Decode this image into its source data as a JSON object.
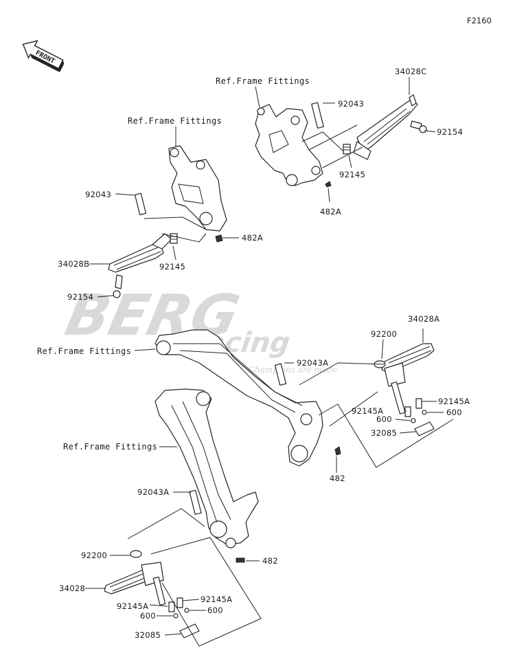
{
  "diagram": {
    "code": "F2160",
    "front_label": "FRONT",
    "watermark": {
      "brand": "BERG",
      "sub": "Racing",
      "tagline": "Where Champions are made"
    },
    "ref_labels": {
      "ref_upper_right": "Ref.Frame Fittings",
      "ref_upper_left": "Ref.Frame Fittings",
      "ref_mid": "Ref.Frame Fittings",
      "ref_lower": "Ref.Frame Fittings"
    },
    "part_labels": {
      "p_34028C": "34028C",
      "p_92043_ur": "92043",
      "p_92154_ur": "92154",
      "p_92145_ur": "92145",
      "p_482A_ur": "482A",
      "p_92043_ul": "92043",
      "p_482A_ul": "482A",
      "p_92145_ul": "92145",
      "p_34028B": "34028B",
      "p_92154_ul": "92154",
      "p_34028A": "34028A",
      "p_92200_r": "92200",
      "p_92043A_r": "92043A",
      "p_92145A_r1": "92145A",
      "p_92145A_r2": "92145A",
      "p_600_r1": "600",
      "p_600_r2": "600",
      "p_32085_r": "32085",
      "p_482_r": "482",
      "p_92043A_l": "92043A",
      "p_92200_l": "92200",
      "p_482_l": "482",
      "p_34028": "34028",
      "p_92145A_l1": "92145A",
      "p_92145A_l2": "92145A",
      "p_600_l1": "600",
      "p_600_l2": "600",
      "p_32085_l": "32085"
    }
  }
}
